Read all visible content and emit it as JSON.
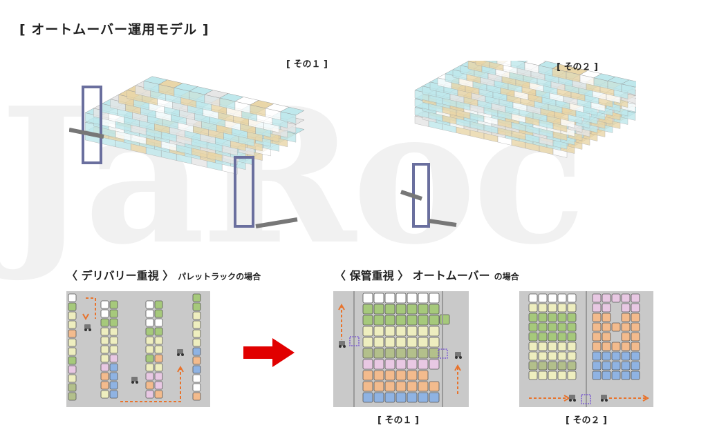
{
  "title": "[ オートムーバー運用モデル ]",
  "watermark": "JaRoc",
  "render1_label": "[ その１ ]",
  "render2_label": "[ その２ ]",
  "left_heading": "〈 デリバリー重視 〉",
  "left_sub": "パレットラックの場合",
  "right_heading": "〈 保管重視 〉 オートムーバー",
  "right_sub": "の場合",
  "diagram1_caption": "[ その１ ]",
  "diagram2_caption": "[ その２ ]",
  "colors": {
    "cyan": "#bfe8ec",
    "cream": "#e9d6a8",
    "green": "#a6c97b",
    "lightyellow": "#eeeebf",
    "pink": "#e8c8e3",
    "orange": "#f3bb8d",
    "blue": "#8fb3e3",
    "white": "#ffffff",
    "olive": "#b3c08b",
    "arrow_red": "#e10000",
    "path_orange": "#e8732c",
    "panel": "#c9c9c9"
  }
}
